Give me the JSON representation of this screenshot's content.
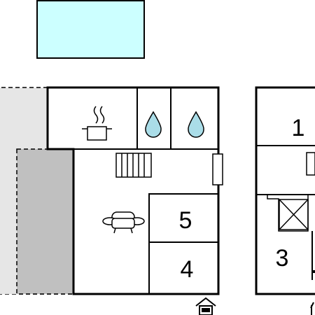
{
  "colors": {
    "background": "#ffffff",
    "wall": "#000000",
    "pool": "#ccffff",
    "terrace": "#e6e6e6",
    "covered_terrace": "#c0c0c0",
    "water_drop": "#aadde8"
  },
  "rooms": {
    "bedroom_1": "1",
    "bedroom_3": "3",
    "bedroom_4": "4",
    "bedroom_5": "5"
  },
  "icons": {
    "kitchen": "cooking-pot-icon",
    "bathroom_1": "water-drop-icon",
    "bathroom_2": "water-drop-icon",
    "living_room": "sofa-icon",
    "heating": "radiator-icon",
    "stairs": "stairs-icon",
    "entrance": "house-entrance-icon"
  }
}
